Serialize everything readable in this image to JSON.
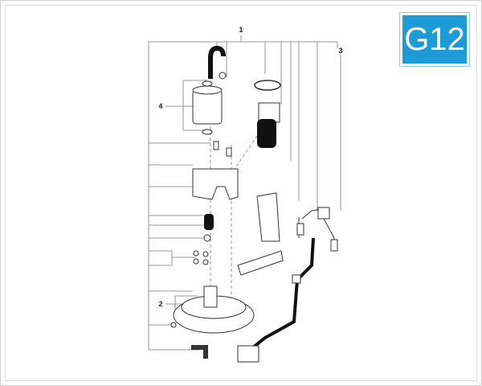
{
  "badge": {
    "label": "G12",
    "color": "#1d9bd7"
  },
  "callouts": {
    "c1": "1",
    "c2": "2",
    "c3": "3",
    "c4": "4"
  },
  "colors": {
    "line": "#666666",
    "part": "#333333",
    "dark": "#111111"
  }
}
